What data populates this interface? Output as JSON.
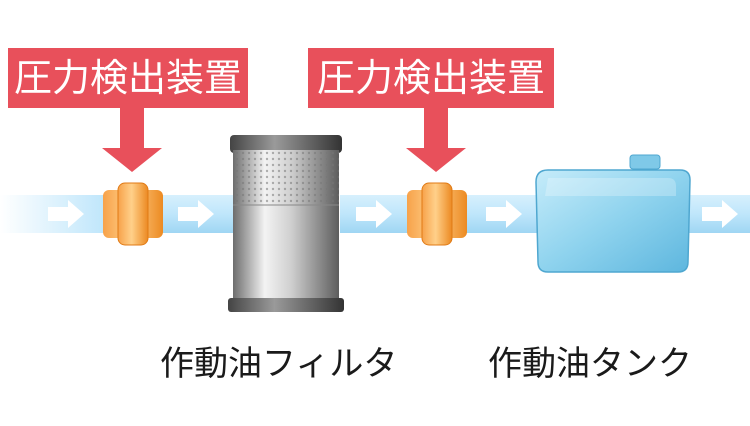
{
  "labels": {
    "sensor_left": "圧力検出装置",
    "sensor_right": "圧力検出装置",
    "filter": "作動油フィルタ",
    "tank": "作動油タンク"
  },
  "colors": {
    "label_bg": "#e8505b",
    "label_text": "#ffffff",
    "pipe": "#bfe6fb",
    "pipe_edge": "#6fc3ec",
    "flow_arrow": "#ffffff",
    "sensor": "#f59a3c",
    "pointer_arrow": "#e8505b",
    "tank": "#8fd3ee",
    "filter_body": "#b9b9b9"
  },
  "icons": [
    "flow-arrow-icon",
    "pointer-arrow-icon",
    "pressure-sensor-icon",
    "filter-icon",
    "tank-icon"
  ]
}
